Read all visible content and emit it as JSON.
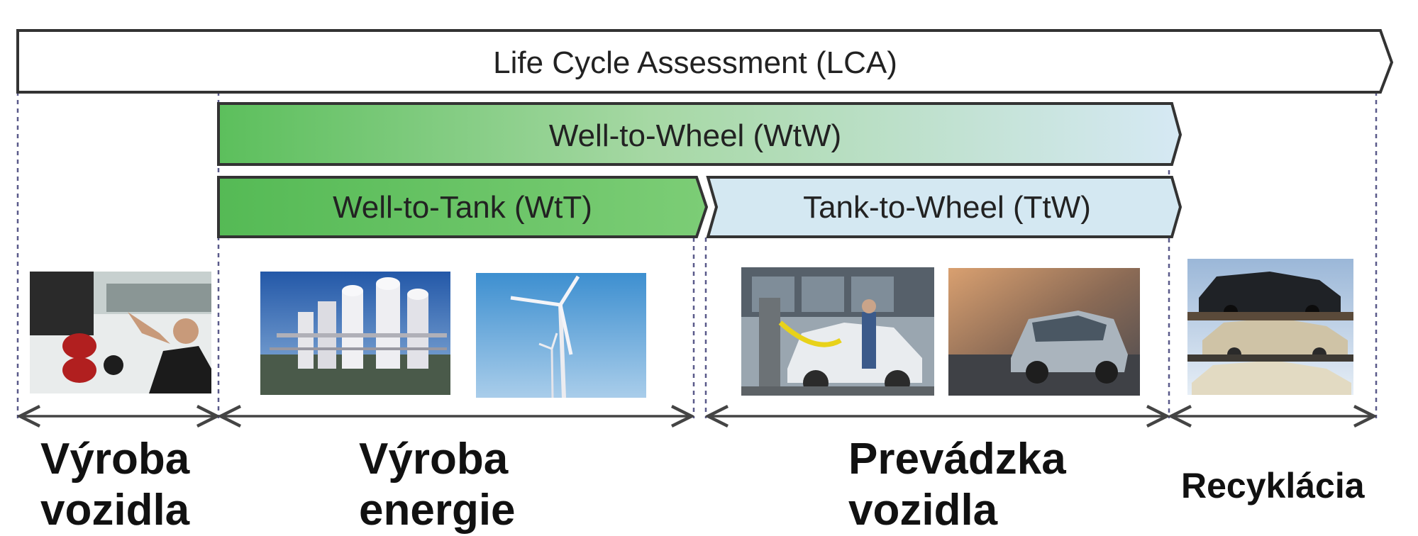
{
  "bands": {
    "lca": "Life Cycle Assessment (LCA)",
    "wtw": "Well-to-Wheel (WtW)",
    "wtt": "Well-to-Tank (WtT)",
    "ttw": "Tank-to-Wheel (TtW)"
  },
  "phases": {
    "vehicle_production": {
      "line1": "Výroba",
      "line2": "vozidla"
    },
    "energy_production": {
      "line1": "Výroba",
      "line2": "energie"
    },
    "vehicle_operation": {
      "line1": "Prevádzka",
      "line2": "vozidla"
    },
    "recycling": {
      "line1": "Recyklácia"
    }
  },
  "photos": [
    {
      "icon": "vehicle-assembly-photo"
    },
    {
      "icon": "refinery-photo"
    },
    {
      "icon": "wind-turbine-photo"
    },
    {
      "icon": "ev-charging-photo"
    },
    {
      "icon": "car-driving-photo"
    },
    {
      "icon": "scrapyard-photo"
    }
  ],
  "colors": {
    "green": "#5cbf5c",
    "light_blue": "#d4e8f2",
    "outline": "#333333"
  }
}
